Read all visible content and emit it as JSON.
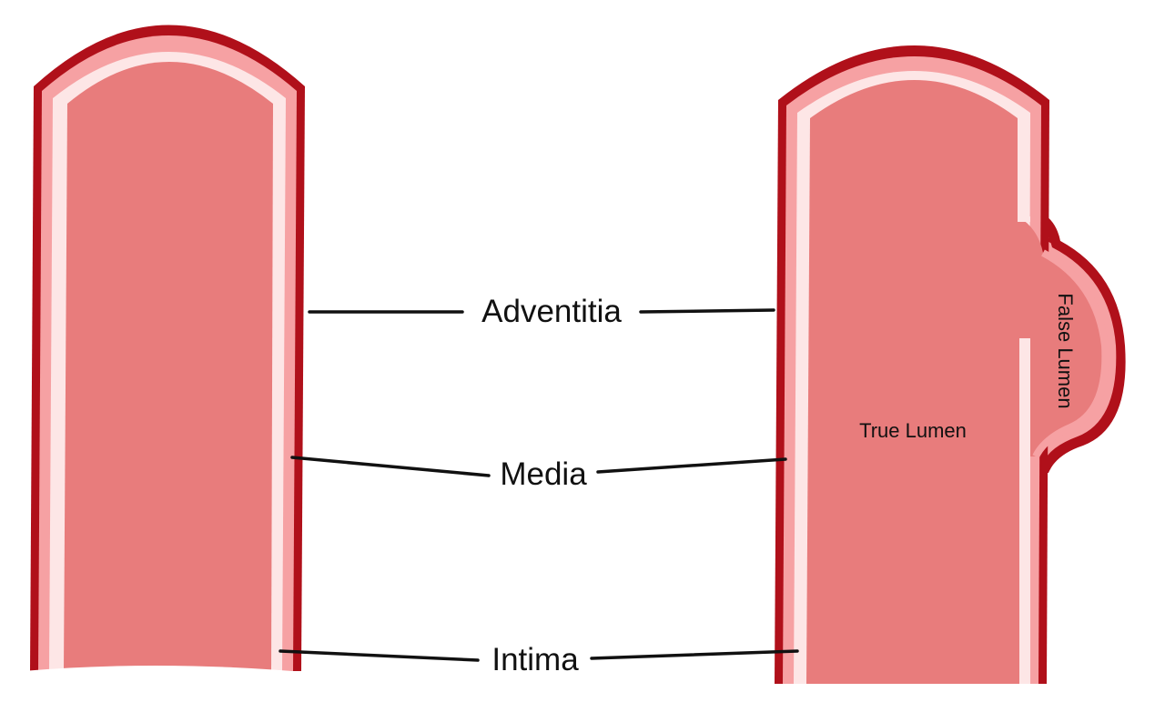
{
  "labels": {
    "adventitia": "Adventitia",
    "media": "Media",
    "intima": "Intima",
    "true_lumen": "True Lumen",
    "false_lumen": "False Lumen"
  },
  "colors": {
    "adventitia": "#b0101a",
    "media": "#f6a1a3",
    "intima": "#fde6e6",
    "lumen": "#e87c7c",
    "line": "#111111"
  }
}
